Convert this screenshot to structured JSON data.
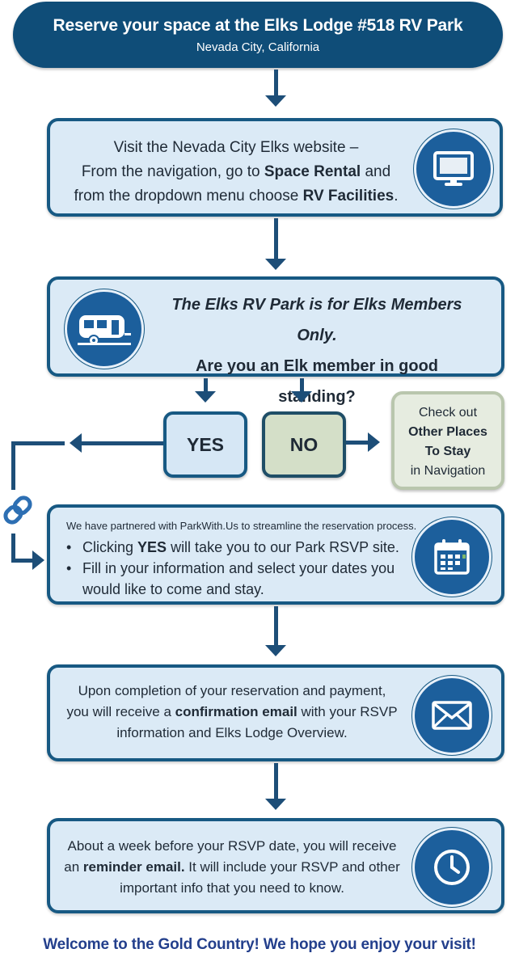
{
  "header": {
    "title": "Reserve your space at the Elks Lodge #518 RV Park",
    "subtitle": "Nevada City, California"
  },
  "step1": {
    "line1": "Visit the Nevada City Elks website –",
    "line2_pre": "From the navigation, go to ",
    "line2_bold": "Space Rental",
    "line2_post": " and",
    "line3_pre": "from the dropdown menu choose ",
    "line3_bold": "RV Facilities",
    "line3_post": ".",
    "icon": "monitor-icon"
  },
  "step2": {
    "line1": "The Elks RV Park is for Elks Members Only.",
    "line2": "Are you an Elk member in good standing?",
    "icon": "rv-trailer-icon"
  },
  "decision": {
    "yes_label": "YES",
    "no_label": "NO",
    "check_line1": "Check out",
    "check_line2": "Other Places",
    "check_line3": "To Stay",
    "check_line4": "in Navigation"
  },
  "step3": {
    "intro": "We have partnered with ParkWith.Us to streamline the reservation process.",
    "bullet1_pre": "Clicking ",
    "bullet1_bold": "YES",
    "bullet1_post": " will take you to our Park RSVP site.",
    "bullet2": "Fill in your information and select your dates you would like to come and stay.",
    "icon": "calendar-icon",
    "link_icon": "link-icon"
  },
  "step4": {
    "line1": "Upon completion of your reservation and payment,",
    "line2_pre": "you will receive a ",
    "line2_bold": "confirmation email",
    "line2_post": " with your RSVP",
    "line3": "information and Elks Lodge Overview.",
    "icon": "envelope-icon"
  },
  "step5": {
    "line1": "About a week before your RSVP date, you will receive",
    "line2_pre": "an ",
    "line2_bold": "reminder email.",
    "line2_post": " It will include your RSVP and other",
    "line3": "important info that you need to know.",
    "icon": "clock-icon"
  },
  "footer": {
    "text": "Welcome to the Gold Country! We hope you enjoy your visit!"
  },
  "colors": {
    "header": "#0f4d78",
    "step_fill": "#dbeaf6",
    "step_border": "#175983",
    "icon_circle": "#1c5f9c",
    "no_fill": "#d4dfc8",
    "footer_text": "#233f8c"
  }
}
